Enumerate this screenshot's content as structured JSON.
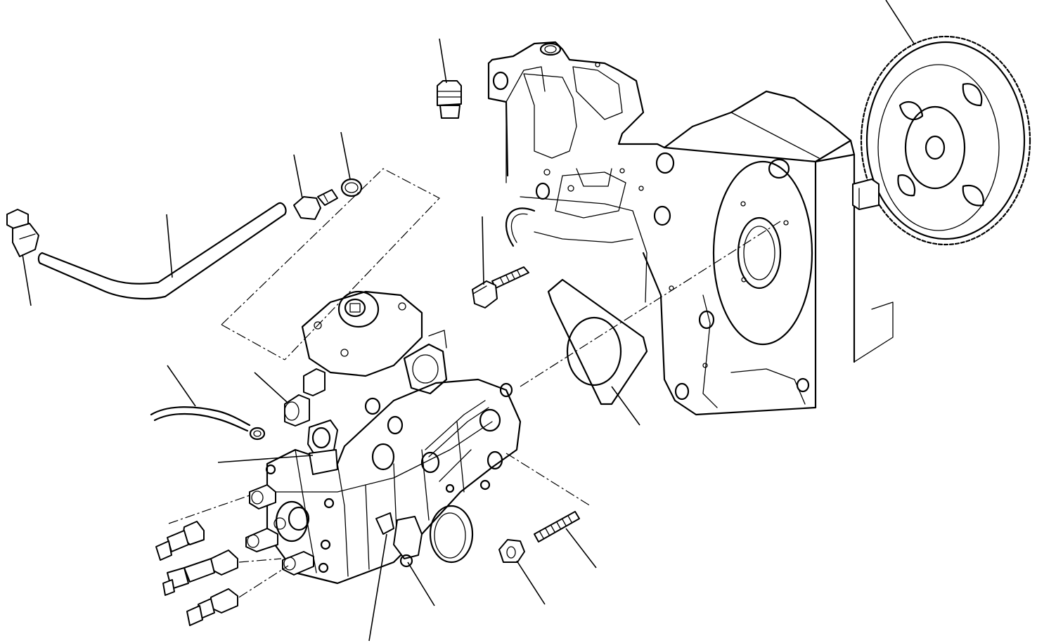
{
  "diagram": {
    "parts": [
      {
        "id": "drive-gear"
      },
      {
        "id": "timing-case-plate"
      },
      {
        "id": "gasket"
      },
      {
        "id": "flange-bolt"
      },
      {
        "id": "stud"
      },
      {
        "id": "flange-nut"
      },
      {
        "id": "plug"
      },
      {
        "id": "return-hose"
      },
      {
        "id": "hose-union-bolt"
      },
      {
        "id": "banjo-bolt"
      },
      {
        "id": "seal-washer"
      },
      {
        "id": "injection-pump"
      },
      {
        "id": "ground-wire"
      },
      {
        "id": "delivery-valve-fittings"
      },
      {
        "id": "overflow-valve"
      },
      {
        "id": "cap-plug"
      }
    ]
  }
}
